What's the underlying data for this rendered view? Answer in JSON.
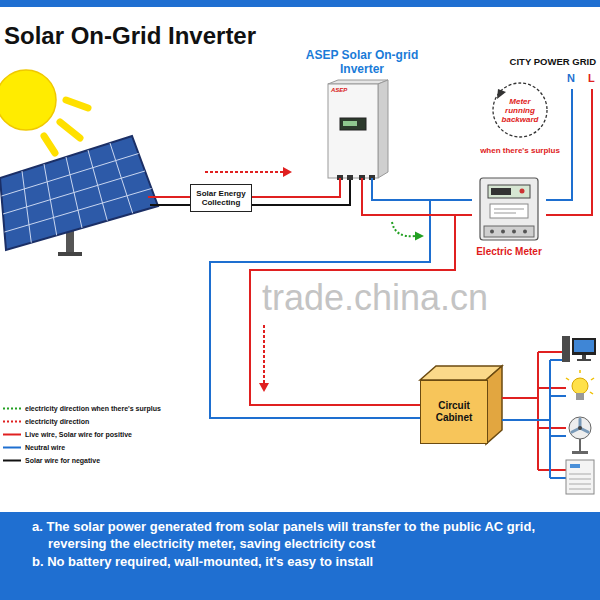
{
  "diagram": {
    "title": "Solar On-Grid Inverter",
    "nodes": [
      {
        "text": [
          "ASEP Solar On-grid Inverter"
        ]
      },
      {
        "text": [
          "Meter running backward"
        ]
      },
      {
        "text": [
          "Solar Energy Collecting"
        ]
      },
      {
        "text": [
          "Electric Meter"
        ]
      },
      {
        "text": [
          "Circuit Cabinet"
        ]
      }
    ],
    "edges": [
      {
        "from": 2,
        "to": 0,
        "arrow": "none"
      },
      {
        "from": 0,
        "to": 3,
        "arrow": "none"
      },
      {
        "from": 0,
        "to": 4,
        "arrow": "none"
      }
    ],
    "labels": [
      "ASEP",
      "CITY POWER GRID",
      "N",
      "L",
      "when there's surplus",
      "trade.china.cn",
      "a. The solar power generated from solar panels will transfer to the public AC grid, reversing the electricity meter, saving electricity cost",
      "b. No battery required, wall-mounted, it's easy to install"
    ],
    "legend": [
      {
        "text": "electricity direction when there's surplus"
      },
      {
        "text": "electricity direction"
      },
      {
        "text": "Live wire, Solar wire for positive"
      },
      {
        "text": "Neutral wire"
      },
      {
        "text": "Solar wire for negative"
      }
    ]
  }
}
